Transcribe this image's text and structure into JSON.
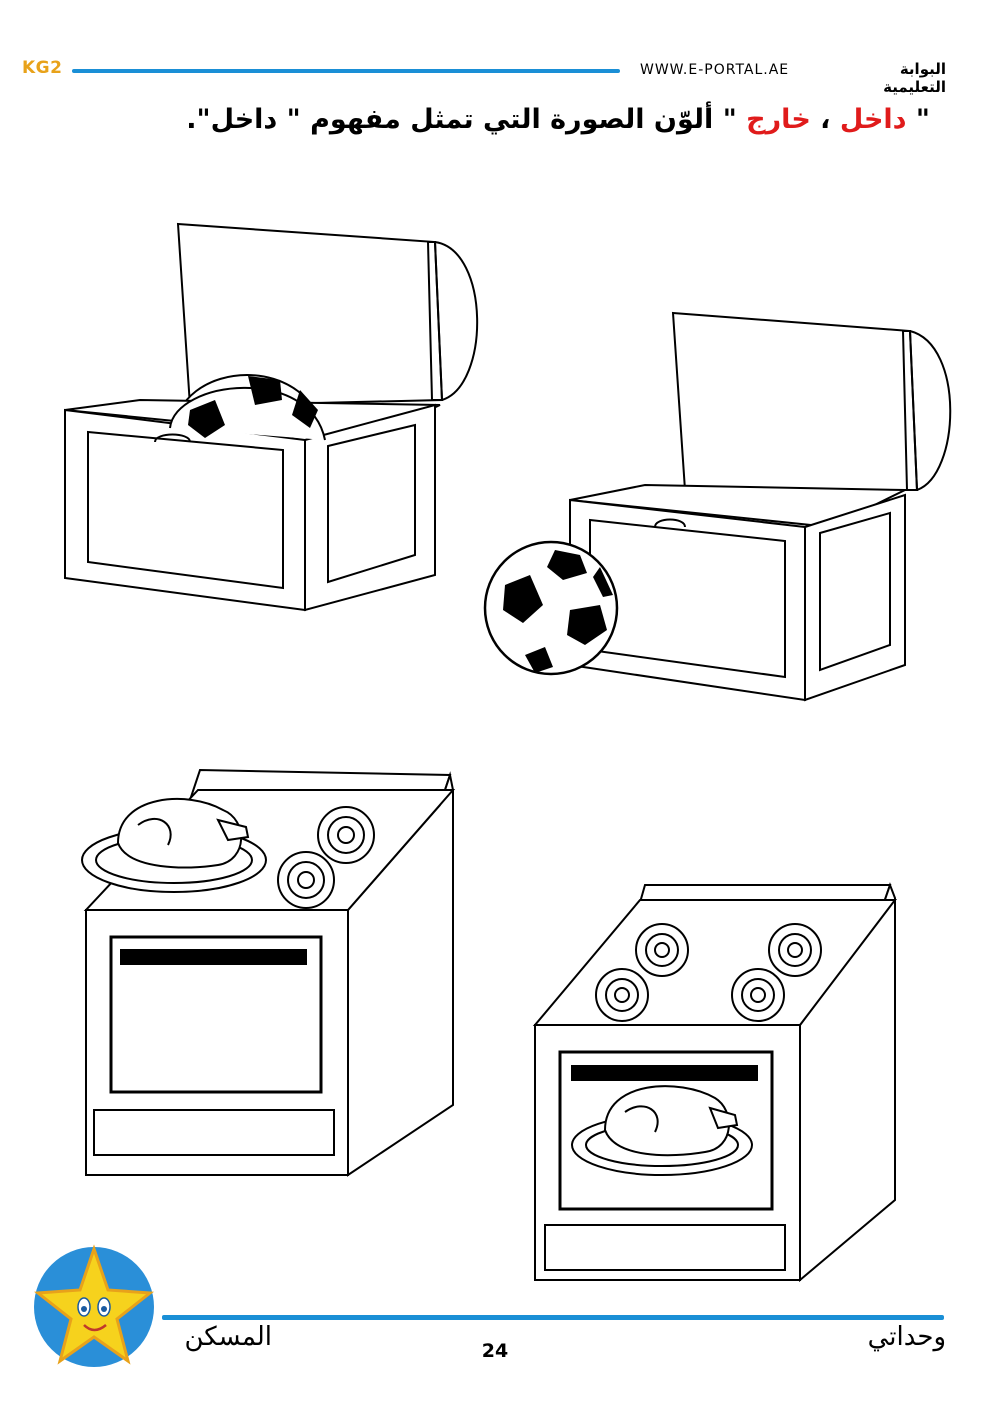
{
  "header": {
    "grade": "KG2",
    "website": "WWW.E-PORTAL.AE",
    "brand": "البوابة التعليمية"
  },
  "instruction": {
    "q1": "\"",
    "word_inside": "داخل",
    "sep": " ، ",
    "word_outside": "خارج",
    "rest": " \" ألوّن الصورة التي تمثل مفهوم \" داخل\"."
  },
  "footer": {
    "topic": "المسكن",
    "page_number": "24",
    "unit": "وحداتي"
  },
  "colors": {
    "accent_blue": "#1a8fd6",
    "grade_orange": "#e8a21a",
    "highlight_red": "#e01b1b",
    "star_yellow": "#f6d21d"
  },
  "icons": [
    "chest-with-ball-inside",
    "chest-with-ball-outside",
    "stove-with-chicken-on-top",
    "stove-with-chicken-inside",
    "star-mascot"
  ]
}
